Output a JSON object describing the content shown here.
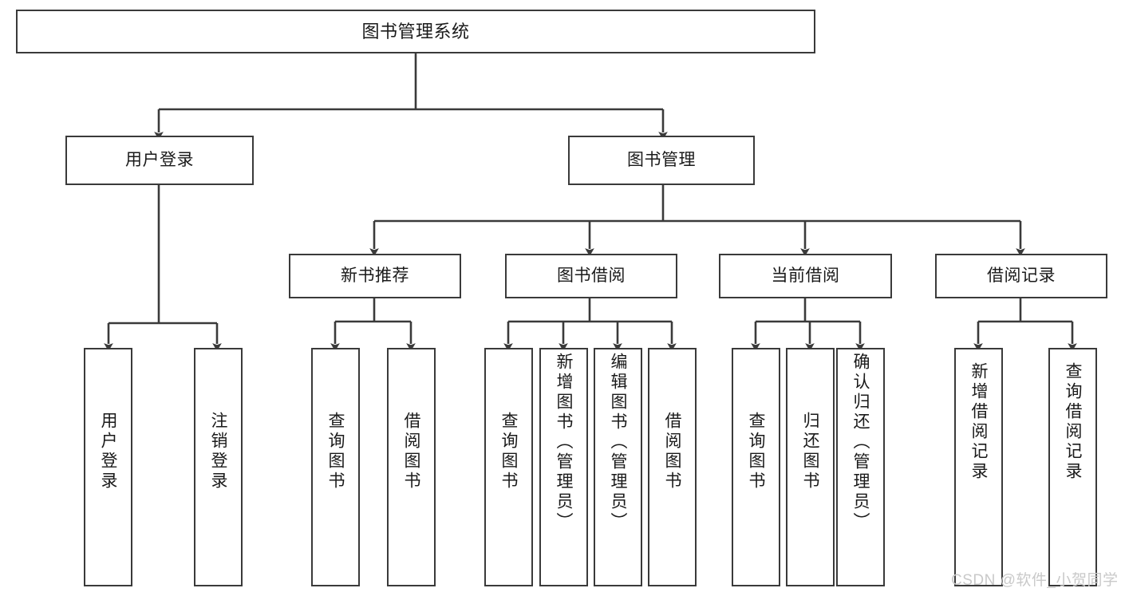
{
  "diagram": {
    "title": "图书管理系统",
    "type": "tree-hierarchy-diagram",
    "style": {
      "background": "#ffffff",
      "node_fill": "#ffffff",
      "node_border": "#3a3a3a",
      "connector": "#3a3a3a",
      "text": "#1a1a1a",
      "watermark_color": "#c9c9c9"
    },
    "root": {
      "label": "图书管理系统"
    },
    "level2": [
      {
        "label": "用户登录"
      },
      {
        "label": "图书管理"
      }
    ],
    "level3": [
      {
        "label": "新书推荐"
      },
      {
        "label": "图书借阅"
      },
      {
        "label": "当前借阅"
      },
      {
        "label": "借阅记录"
      }
    ],
    "leaves": {
      "user_login": [
        {
          "label": "用户登录"
        },
        {
          "label": "注销登录"
        }
      ],
      "new_book_recommend": [
        {
          "label": "查询图书"
        },
        {
          "label": "借阅图书"
        }
      ],
      "book_borrow": [
        {
          "label": "查询图书"
        },
        {
          "label": "新增图书（管理员）"
        },
        {
          "label": "编辑图书（管理员）"
        },
        {
          "label": "借阅图书"
        }
      ],
      "current_borrow": [
        {
          "label": "查询图书"
        },
        {
          "label": "归还图书"
        },
        {
          "label": "确认归还（管理员）"
        }
      ],
      "borrow_records": [
        {
          "label": "新增借阅记录"
        },
        {
          "label": "查询借阅记录"
        }
      ]
    }
  },
  "watermark": {
    "text": "CSDN @软件_小贺同学"
  }
}
